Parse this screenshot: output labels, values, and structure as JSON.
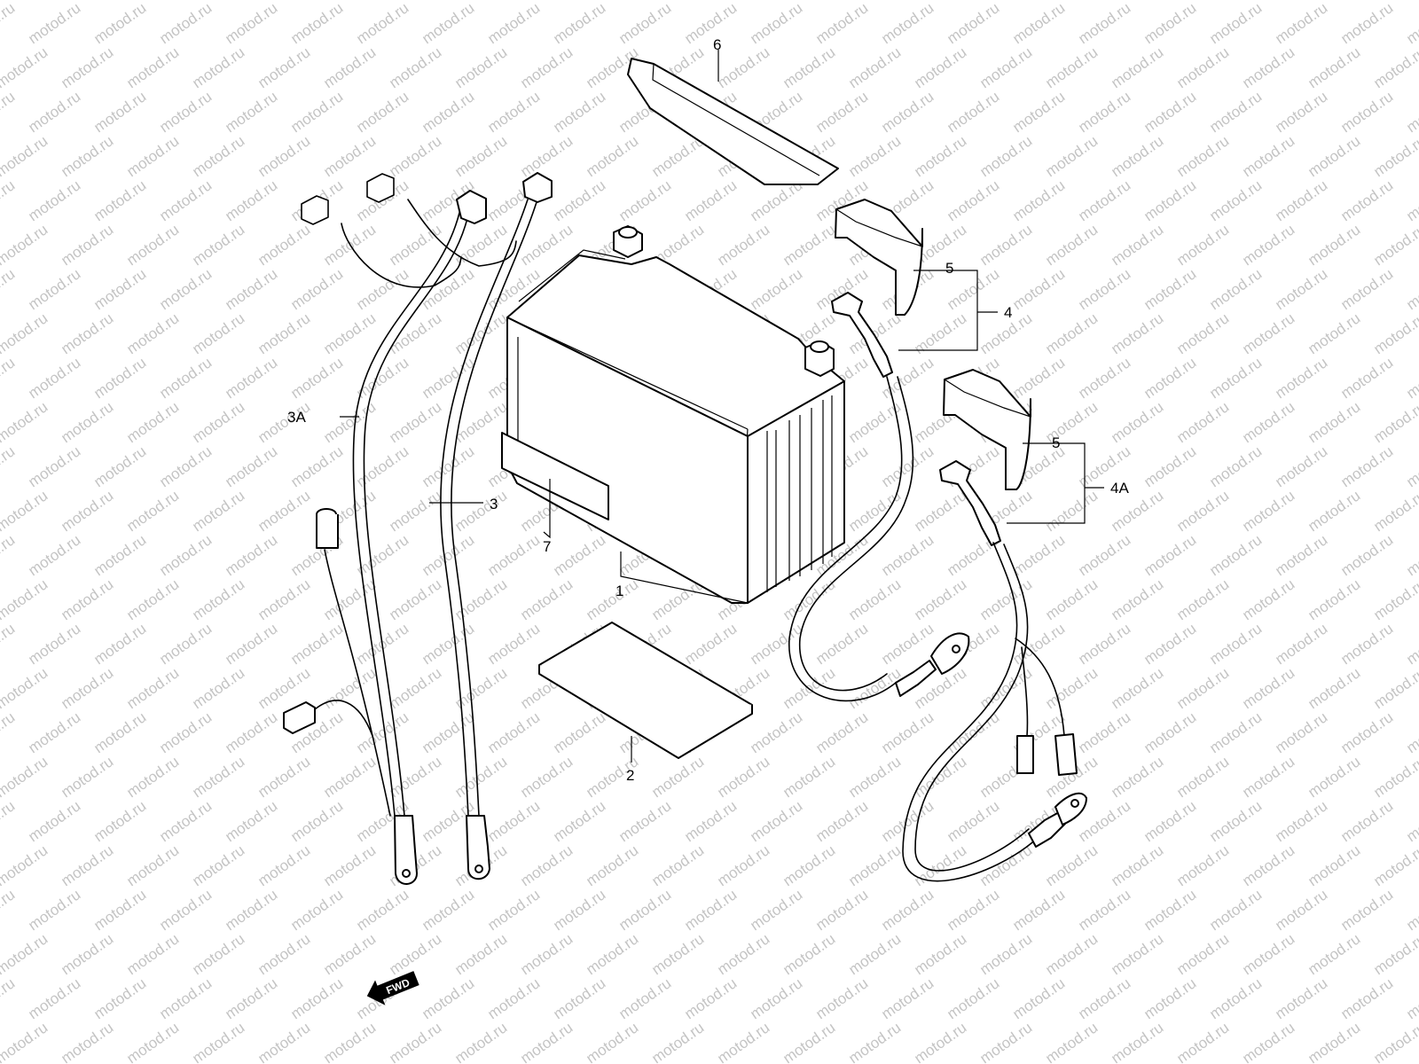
{
  "watermark": "motod.ru",
  "callouts": {
    "battery": "1",
    "spacer": "2",
    "cable_3": "3",
    "cable_3a": "3A",
    "cable_4": "4",
    "cable_4a": "4A",
    "cap_upper": "5",
    "cap_lower": "5",
    "band": "6",
    "label": "7"
  },
  "fwd_label": "FWD"
}
